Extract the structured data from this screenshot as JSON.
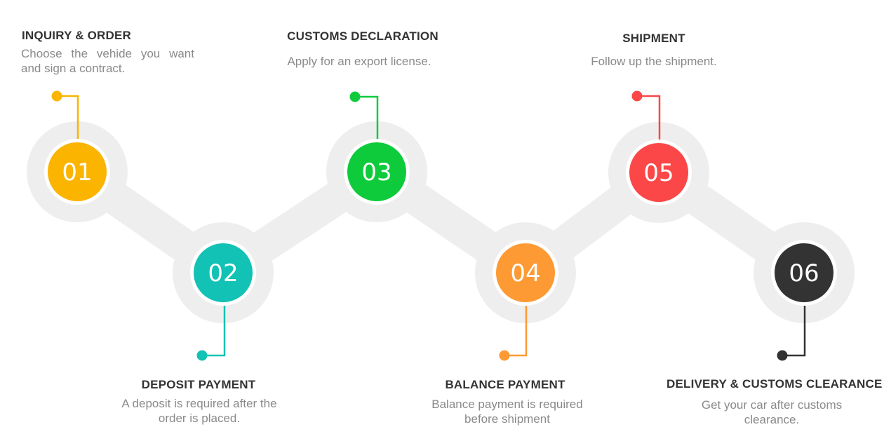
{
  "colors": {
    "track": "#eeeeee",
    "ring": "#eeeeee",
    "step1": "#fbb400",
    "step2": "#12c2b4",
    "step3": "#0ecb3c",
    "step4": "#fd9a33",
    "step5": "#fb4747",
    "step6": "#333333"
  },
  "steps": [
    {
      "number": "01",
      "title": "INQUIRY & ORDER",
      "description": "Choose the vehide you want and sign a contract."
    },
    {
      "number": "02",
      "title": "DEPOSIT PAYMENT",
      "description": "A deposit is required after the order is placed."
    },
    {
      "number": "03",
      "title": "CUSTOMS DECLARATION",
      "description": "Apply for an export license."
    },
    {
      "number": "04",
      "title": "BALANCE PAYMENT",
      "description": "Balance payment is required before shipment"
    },
    {
      "number": "05",
      "title": "SHIPMENT",
      "description": "Follow up the shipment."
    },
    {
      "number": "06",
      "title": "DELIVERY & CUSTOMS CLEARANCE",
      "description": "Get your car after customs clearance."
    }
  ]
}
